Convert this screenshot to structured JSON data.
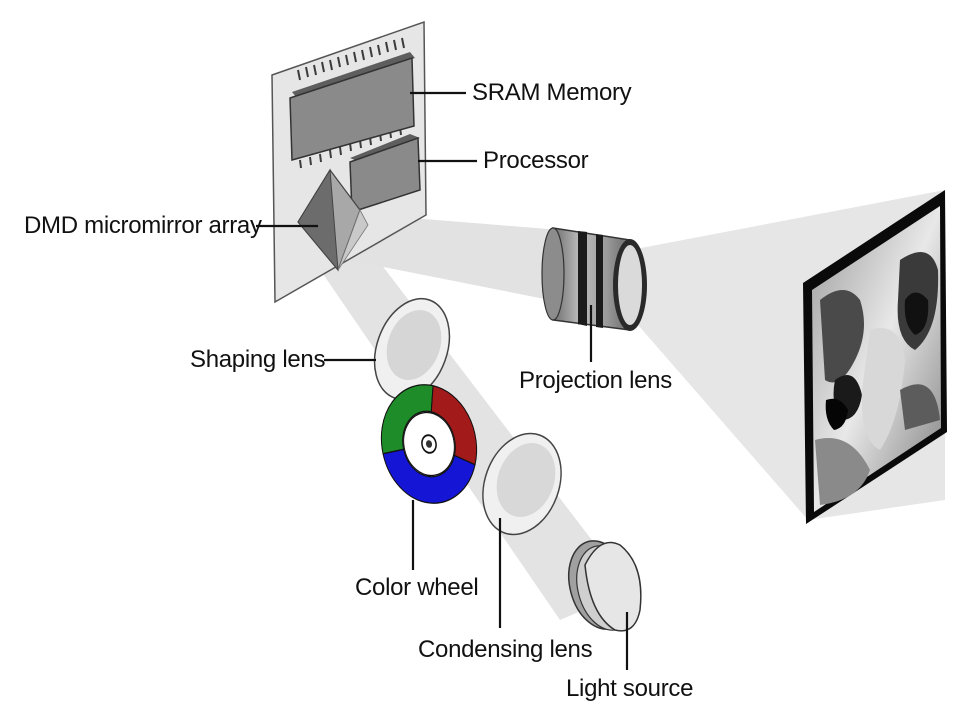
{
  "labels": {
    "sram_memory": "SRAM Memory",
    "processor": "Processor",
    "dmd_array": "DMD micromirror array",
    "shaping_lens": "Shaping lens",
    "projection_lens": "Projection lens",
    "color_wheel": "Color wheel",
    "condensing_lens": "Condensing lens",
    "light_source": "Light source"
  },
  "colors": {
    "wheel_red": "#a31a1a",
    "wheel_green": "#1f8c2a",
    "wheel_blue": "#1515d6",
    "beam": "#e4e4e4",
    "board": "#e6e6e6",
    "chip": "#858585",
    "screen_frame": "#0a0a0a"
  }
}
